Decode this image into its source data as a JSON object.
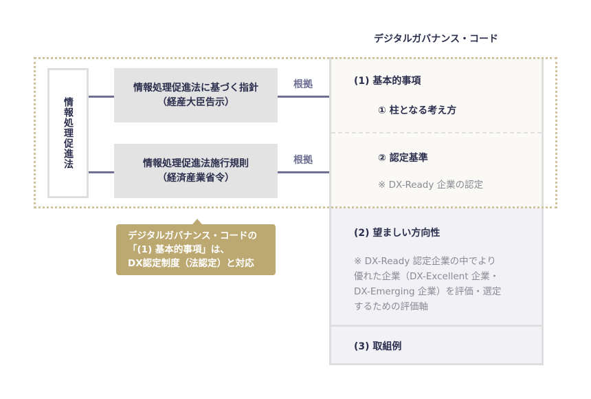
{
  "code_title": "デジタルガバナンス・コード",
  "law": "情報処理促進法",
  "guideline": {
    "line1": "情報処理促進法に基づく指針",
    "line2": "（経産大臣告示）"
  },
  "rule": {
    "line1": "情報処理促進法施行規則",
    "line2": "（経済産業省令）"
  },
  "basis_label": "根拠",
  "callout": {
    "line1": "デジタルガバナンス・コードの",
    "line2": "「(1) 基本的事項」は、",
    "line3": "DX認定制度（法認定）と対応"
  },
  "sections": {
    "s1_title": "(1) 基本的事項",
    "s1_item1": "① 柱となる考え方",
    "s1_item2": "② 認定基準",
    "s1_note": "※ DX-Ready 企業の認定",
    "s2_title": "(2) 望ましい方向性",
    "s2_note": [
      "※ DX-Ready 認定企業の中でより",
      "優れた企業（DX-Excellent 企業・",
      "DX-Emerging 企業）を評価・選定",
      "するための評価軸"
    ],
    "s3_title": "(3) 取組例"
  },
  "colors": {
    "line": "#6e6f93",
    "callout": "#bca972",
    "dotted": "#cfc49b"
  }
}
